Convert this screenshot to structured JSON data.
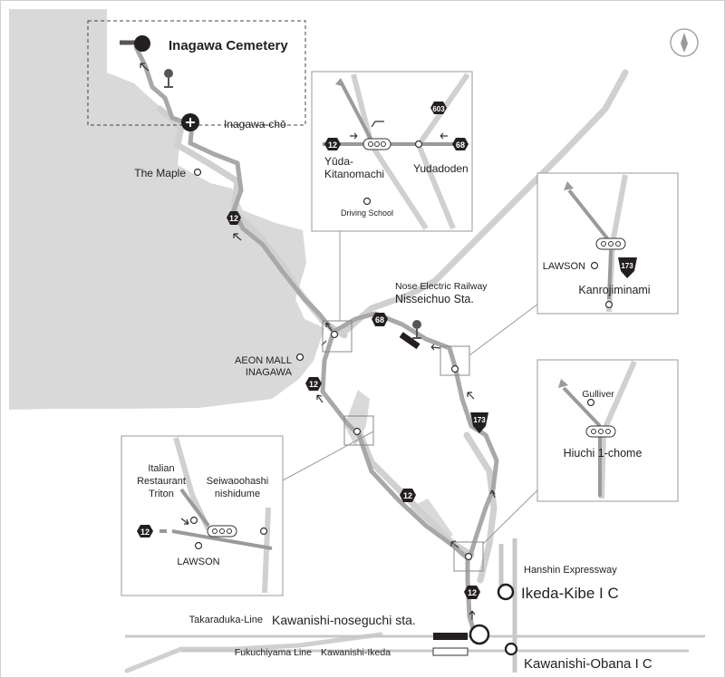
{
  "map": {
    "destination": "Inagawa Cemetery",
    "places": {
      "inagawa_cho": "Inagawa-chō",
      "the_maple": "The Maple",
      "aeon_line1": "AEON MALL",
      "aeon_line2": "INAGAWA",
      "nose_railway": "Nose Electric Railway",
      "nisseichuo": "Nisseichuo Sta.",
      "hanshin_expressway": "Hanshin Expressway",
      "ikeda_kibe": "Ikeda-Kibe I C",
      "takaraduka_line": "Takaraduka-Line",
      "kawanishi_noseguchi": "Kawanishi-noseguchi sta.",
      "fukuchiyama_line": "Fukuchiyama Line",
      "kawanishi_ikeda": "Kawanishi-Ikeda",
      "kawanishi_obana": "Kawanishi-Obana I C"
    },
    "route_numbers": {
      "r12": "12",
      "r68": "68",
      "r173": "173",
      "r603": "603"
    },
    "insets": {
      "yuda": {
        "label_yuda_1": "Yūda-",
        "label_yuda_2": "Kitanomachi",
        "label_yudadoden": "Yudadoden",
        "label_driving": "Driving School"
      },
      "kanro": {
        "label_lawson": "LAWSON",
        "label_kanro": "Kanrojiminami"
      },
      "hiuchi": {
        "label_gulliver": "Gulliver",
        "label_hiuchi": "Hiuchi 1-chome"
      },
      "seiwa": {
        "label_italian_1": "Italian",
        "label_italian_2": "Restaurant",
        "label_italian_3": "Triton",
        "label_seiwa_1": "Seiwaoohashi",
        "label_seiwa_2": "nishidume",
        "label_lawson": "LAWSON"
      }
    },
    "colors": {
      "terrain": "#d9d9d9",
      "road": "#cccccc",
      "route": "#9a9a9a",
      "dark": "#231f20"
    }
  }
}
